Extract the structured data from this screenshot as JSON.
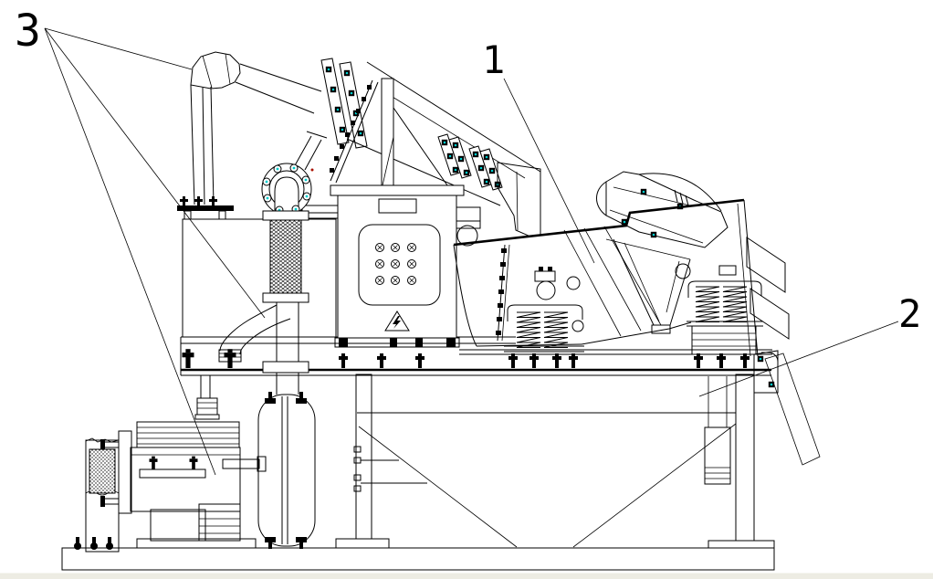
{
  "drawing": {
    "description_visible_text_only": true,
    "callouts": [
      {
        "id": "callout-1",
        "label": "1"
      },
      {
        "id": "callout-2",
        "label": "2"
      },
      {
        "id": "callout-3",
        "label": "3"
      }
    ],
    "colors": {
      "background": "#ffffff",
      "line": "#000000",
      "bolt_accent": "#00cccc",
      "bolt_accent_red": "#aa1100",
      "footer_strip": "#edece3"
    }
  }
}
